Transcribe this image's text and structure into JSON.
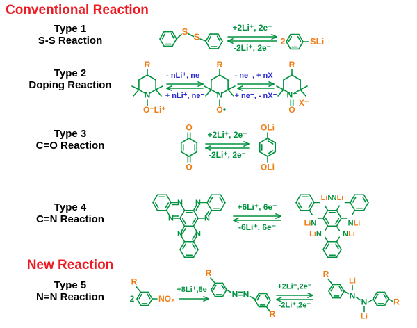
{
  "colors": {
    "structure_green": "#00923f",
    "heteroatom_orange": "#ef7d14",
    "doping_blue": "#2a2ad0",
    "heading_red": "#ed1c24",
    "label_black": "#000000",
    "background": "#ffffff"
  },
  "headings": {
    "conventional": "Conventional Reaction",
    "new_reaction": "New Reaction"
  },
  "rows": [
    {
      "title": "Type 1",
      "subtitle": "S-S Reaction"
    },
    {
      "title": "Type 2",
      "subtitle": "Doping Reaction"
    },
    {
      "title": "Type 3",
      "subtitle": "C=O Reaction"
    },
    {
      "title": "Type 4",
      "subtitle": "C=N Reaction"
    },
    {
      "title": "Type 5",
      "subtitle": "N=N Reaction"
    }
  ],
  "type1": {
    "sulfur1": "S",
    "sulfur2": "S",
    "arrow_forward": "+2Li⁺, 2e⁻",
    "arrow_reverse": "-2Li⁺, 2e⁻",
    "product_coefficient": "2",
    "product_group": "SLi"
  },
  "type2": {
    "r_group": "R",
    "nitrogen": "N",
    "nitrogen_cation": "N⁺",
    "anion_group": "O⁻Li⁺",
    "radical_oxygen": "O",
    "oxo_oxygen": "O",
    "counter_ion": "X⁻",
    "arrow1_top": "- nLi⁺, ne⁻",
    "arrow1_bottom": "+ nLi⁺, ne⁻",
    "arrow2_top": "- ne⁻, + nX⁻",
    "arrow2_bottom": "+ ne⁻, - nX⁻"
  },
  "type3": {
    "oxygen_top": "O",
    "oxygen_bottom": "O",
    "arrow_forward": "+2Li⁺, 2e⁻",
    "arrow_reverse": "-2Li⁺, 2e⁻",
    "product_top": "OLi",
    "product_bottom": "OLi"
  },
  "type4": {
    "nitrogen": "N",
    "arrow_forward": "+6Li⁺, 6e⁻",
    "arrow_reverse": "-6Li⁺, 6e⁻",
    "site_left": "LiN",
    "site_right": "NLi"
  },
  "type5": {
    "coefficient": "2",
    "r_group": "R",
    "nitro_group": "NO₂",
    "step1_label": "+8Li⁺,8e⁻",
    "azo_n1": "N",
    "azo_n2": "N",
    "arrow_forward": "+2Li⁺,2e⁻",
    "arrow_reverse": "-2Li⁺,2e⁻",
    "amide_n": "N",
    "lithium": "Li"
  }
}
